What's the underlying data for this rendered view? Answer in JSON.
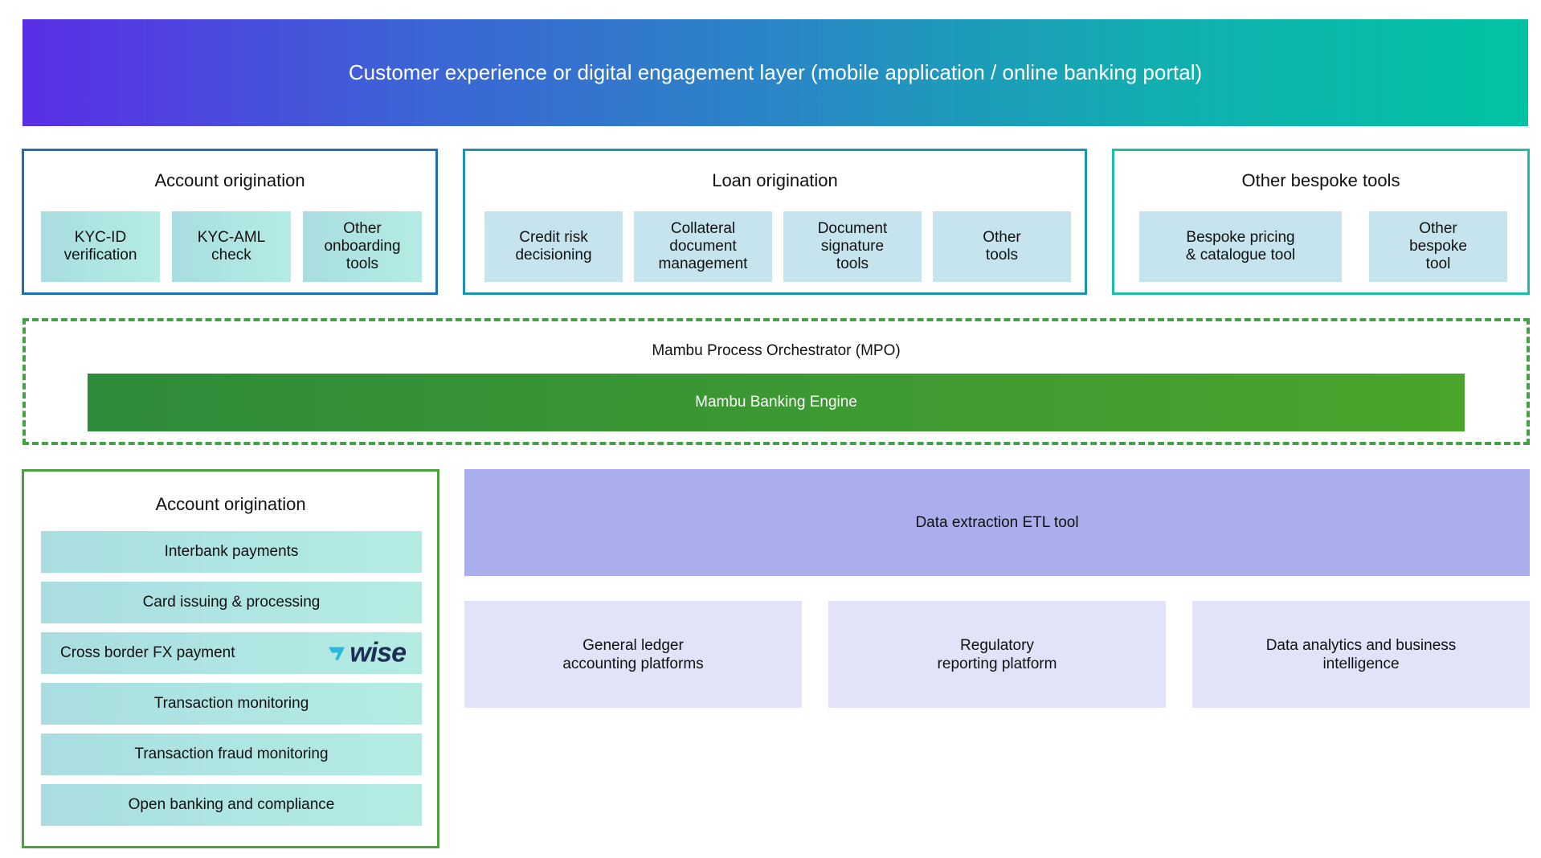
{
  "banner": {
    "label": "Customer experience or digital engagement layer (mobile application / online banking portal)"
  },
  "account_origination": {
    "title": "Account origination",
    "tiles": [
      "KYC-ID\nverification",
      "KYC-AML\ncheck",
      "Other\nonboarding\ntools"
    ]
  },
  "loan_origination": {
    "title": "Loan origination",
    "tiles": [
      "Credit risk\ndecisioning",
      "Collateral\ndocument\nmanagement",
      "Document\nsignature\ntools",
      "Other\ntools"
    ]
  },
  "bespoke_tools": {
    "title": "Other bespoke tools",
    "tiles": [
      "Bespoke pricing\n& catalogue tool",
      "Other\nbespoke\ntool"
    ]
  },
  "orchestrator": {
    "label": "Mambu Process Orchestrator (MPO)",
    "engine_label": "Mambu Banking Engine"
  },
  "account_origination_lower": {
    "title": "Account origination",
    "rows": [
      "Interbank payments",
      "Card issuing & processing",
      "Cross border FX payment",
      "Transaction monitoring",
      "Transaction fraud monitoring",
      "Open banking and compliance"
    ],
    "wise_logo": "wise"
  },
  "etl": {
    "label": "Data extraction ETL tool"
  },
  "platforms": [
    "General ledger\naccounting platforms",
    "Regulatory\nreporting platform",
    "Data analytics and business\nintelligence"
  ],
  "colors": {
    "account_border": "#1e6fb8",
    "loan_border": "#1c93b0",
    "bespoke_border": "#1bbfa6",
    "lower_border": "#4aa33d",
    "mpo_dash": "#46a046"
  }
}
